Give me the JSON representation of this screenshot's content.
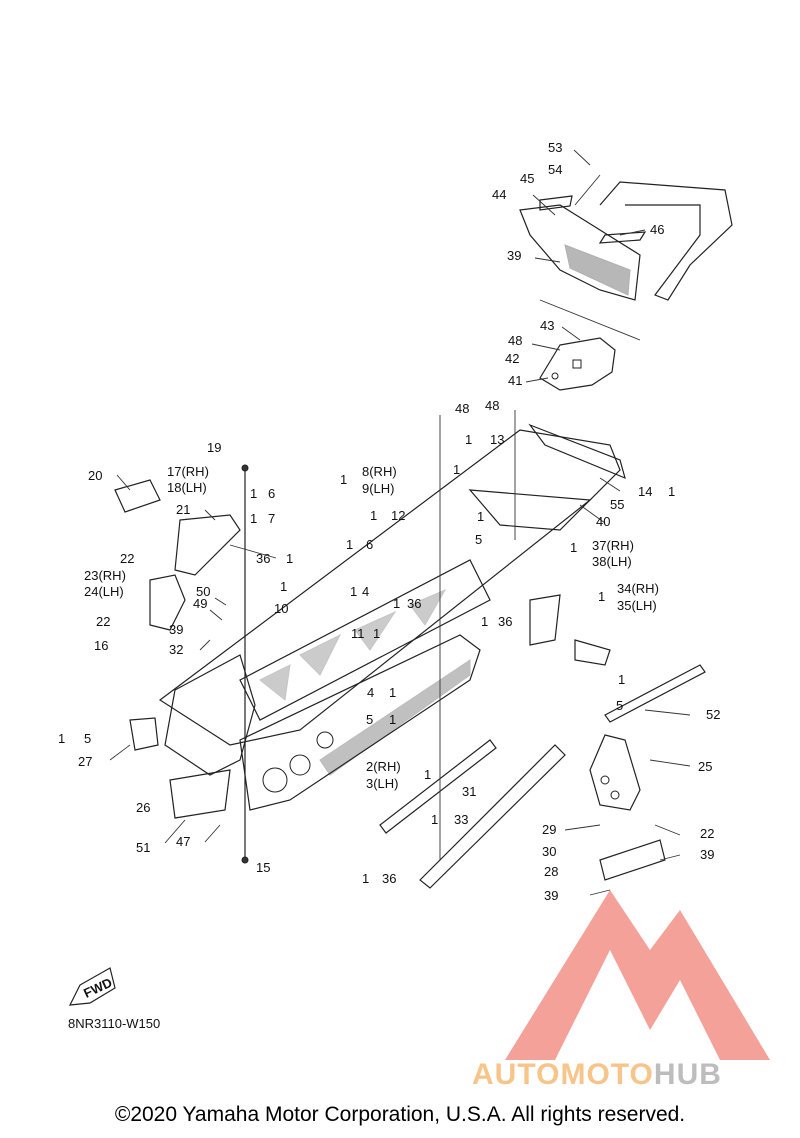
{
  "diagram": {
    "code": "8NR3110-W150",
    "fwd_label": "FWD",
    "copyright": "©2020 Yamaha Motor Corporation, U.S.A. All rights reserved.",
    "watermark": {
      "part1": "AUTOMOTO",
      "part2": "HUB",
      "accent": "#f08a80",
      "accent2": "#f7c58a"
    },
    "labels": {
      "l53": "53",
      "l54": "54",
      "l45": "45",
      "l44": "44",
      "l46": "46",
      "l39a": "39",
      "l43": "43",
      "l48a": "48",
      "l42": "42",
      "l41": "41",
      "l48b": "48",
      "l48c": "48",
      "l13": "13",
      "l13p": "1",
      "l1a": "1",
      "l14": "14",
      "l14p": "1",
      "l55": "55",
      "l40": "40",
      "l19": "19",
      "l20": "20",
      "l17": "17(RH)",
      "l18": "18(LH)",
      "l8": "8(RH)",
      "l9": "9(LH)",
      "l8p": "1",
      "l6a": "6",
      "l6ap": "1",
      "l7": "7",
      "l7p": "1",
      "l12": "12",
      "l12p": "1",
      "l21": "21",
      "l36a": "36",
      "l36ap": "1",
      "l22a": "22",
      "l23": "23(RH)",
      "l24": "24(LH)",
      "l6b": "6",
      "l6bp": "1",
      "l5a": "5",
      "l5ap": "1",
      "l37": "37(RH)",
      "l38": "38(LH)",
      "l37p": "1",
      "l50": "50",
      "l49": "49",
      "l4a": "4",
      "l4ap": "1",
      "l36b": "36",
      "l36bp": "1",
      "l34": "34(RH)",
      "l35": "35(LH)",
      "l34p": "1",
      "l22b": "22",
      "l16": "16",
      "l39b": "39",
      "l32": "32",
      "l10": "10",
      "l10p": "1",
      "l11": "11",
      "l11p": "1",
      "l36c": "36",
      "l36cp": "1",
      "l5b": "5",
      "l5bp": "1",
      "l4b": "4",
      "l4bp": "1",
      "l5c": "5",
      "l5cp": "1",
      "l52": "52",
      "l5d": "5",
      "l5dp": "1",
      "l27": "27",
      "l2": "2(RH)",
      "l3": "3(LH)",
      "l2p": "1",
      "l25": "25",
      "l31": "31",
      "l26": "26",
      "l33": "33",
      "l33p": "1",
      "l29": "29",
      "l22c": "22",
      "l51": "51",
      "l47": "47",
      "l30": "30",
      "l39c": "39",
      "l15": "15",
      "l28": "28",
      "l36d": "36",
      "l36dp": "1",
      "l39d": "39"
    }
  }
}
